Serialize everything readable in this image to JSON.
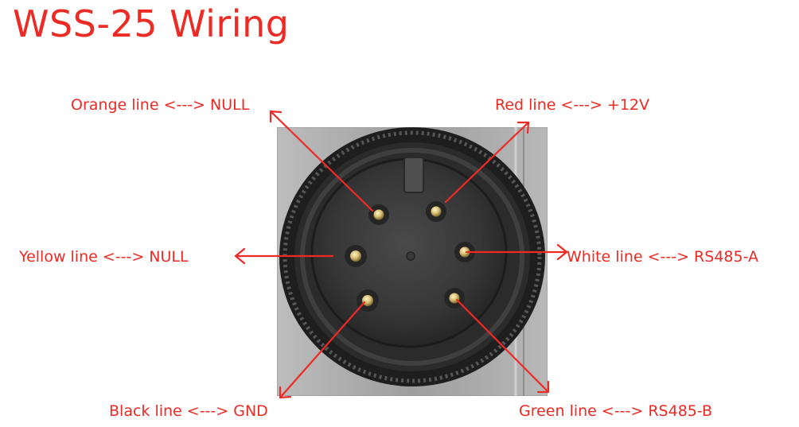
{
  "title": "WSS-25 Wiring",
  "colors": {
    "annotation": "#ee2a24",
    "connector_body": "#2f2f2f",
    "pin": "#d9c27a",
    "panel": "#a9a9a9"
  },
  "labels": {
    "orange": "Orange line <---> NULL",
    "red": "Red line <---> +12V",
    "yellow": "Yellow line <---> NULL",
    "white": "White line <---> RS485-A",
    "black": "Black line <---> GND",
    "green": "Green line <---> RS485-B"
  }
}
